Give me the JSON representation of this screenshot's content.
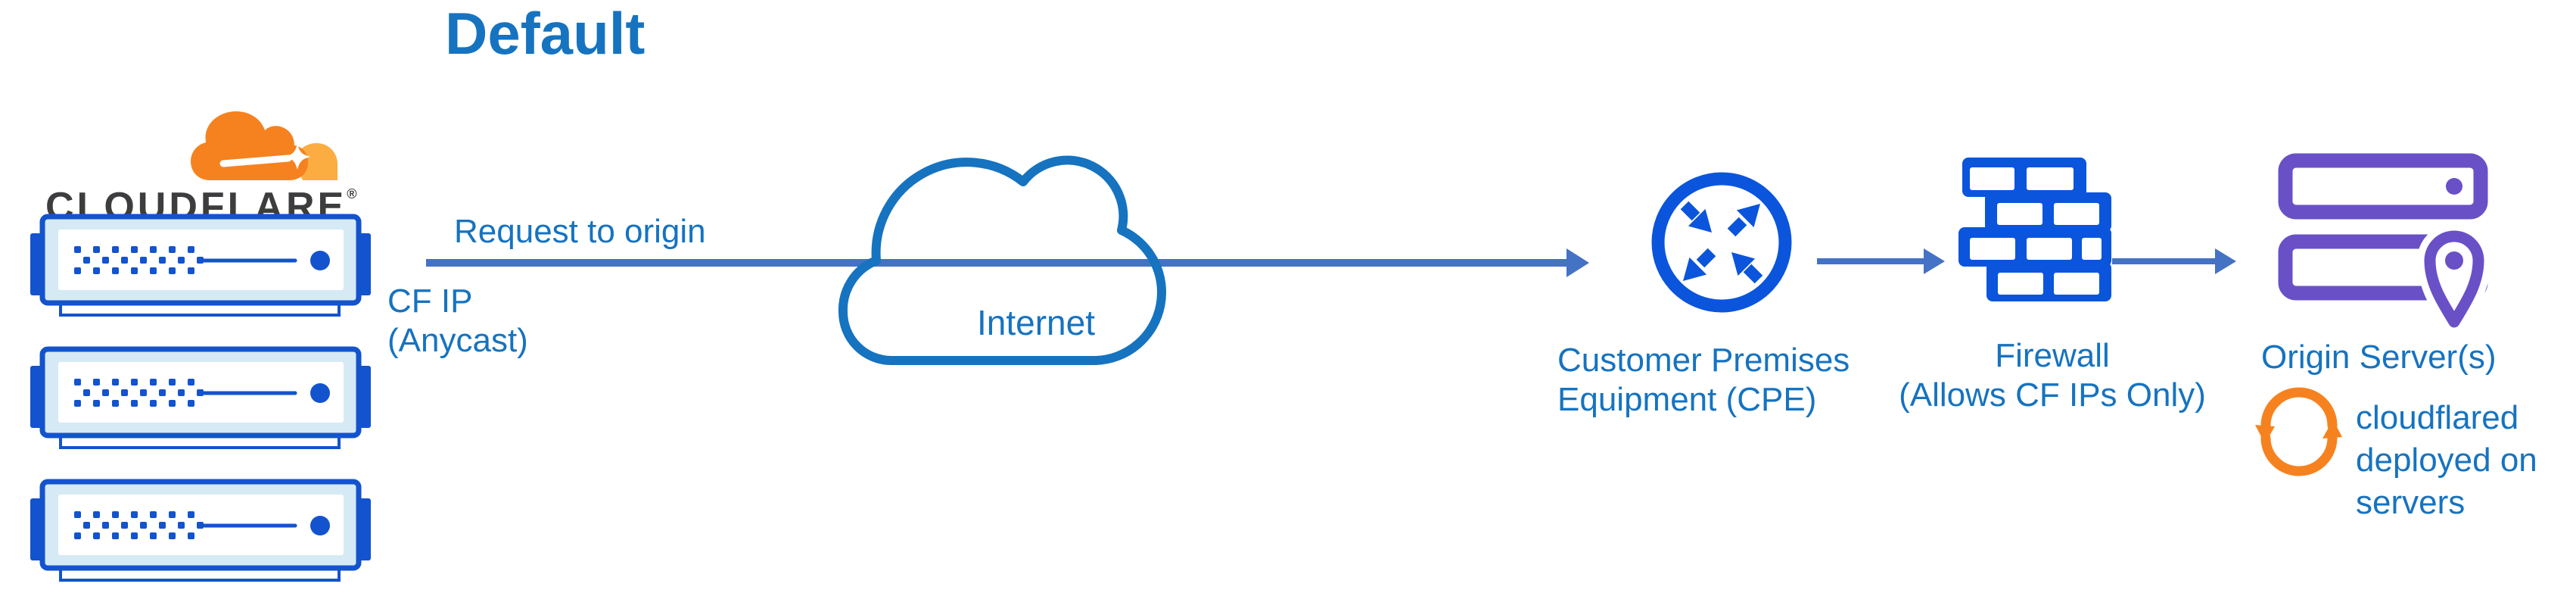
{
  "title": "Default",
  "logo": {
    "wordmark": "CLOUDFLARE",
    "registered": "®"
  },
  "flow": {
    "request_label": "Request to origin",
    "cf_ip_line1": "CF IP",
    "cf_ip_line2": "(Anycast)",
    "internet_label": "Internet",
    "cpe_label_line1": "Customer Premises",
    "cpe_label_line2": "Equipment (CPE)",
    "firewall_label_line1": "Firewall",
    "firewall_label_line2": "(Allows CF IPs Only)",
    "origin_label": "Origin Server(s)",
    "cloudflared_line1": "cloudflared",
    "cloudflared_line2": "deployed on",
    "cloudflared_line3": "servers"
  },
  "icons": {
    "cloudflare_logo": "cloudflare-cloud-logo",
    "edge_servers": "cloudflare-edge-server-stack (3 servers)",
    "internet": "internet-cloud-outline",
    "cpe": "router-circle-arrows",
    "firewall": "brick-wall",
    "origin": "server-stack-with-location-pin",
    "cloudflared": "sync-circular-arrows"
  },
  "colors": {
    "text_blue": "#1673C0",
    "line_blue": "#4472C4",
    "icon_blue": "#0B55DC",
    "server_border": "#1353CD",
    "server_fill": "#D5EAF4",
    "purple": "#6A50C7",
    "orange": "#F6821F",
    "orange_light": "#FBAD41",
    "wordmark_dark": "#3D3D3F"
  }
}
